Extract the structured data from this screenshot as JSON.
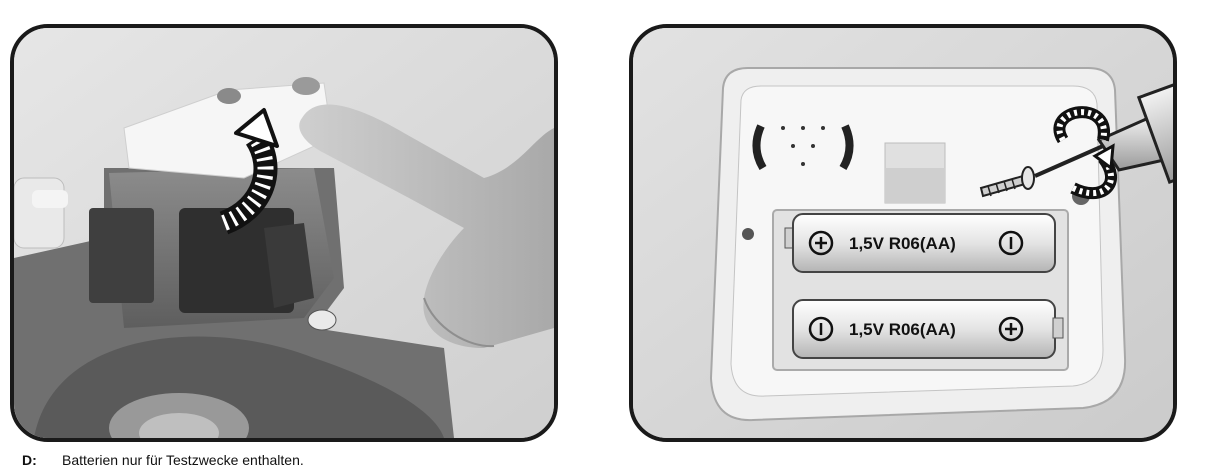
{
  "illustrations": {
    "left_panel": {
      "icons": [
        "tractor",
        "finger",
        "open-lid-arrow-icon"
      ]
    },
    "right_panel": {
      "icons": [
        "screwdriver-icon",
        "screw-icon",
        "rotate-arrow-icon",
        "speaker-grill-icon"
      ],
      "batteries": [
        {
          "label": "1,5V R06(AA)",
          "polarity": "plus-left"
        },
        {
          "label": "1,5V R06(AA)",
          "polarity": "minus-left"
        }
      ]
    }
  },
  "footnote": {
    "lang": "D:",
    "text": "Batterien nur für Testzwecke enthalten."
  }
}
